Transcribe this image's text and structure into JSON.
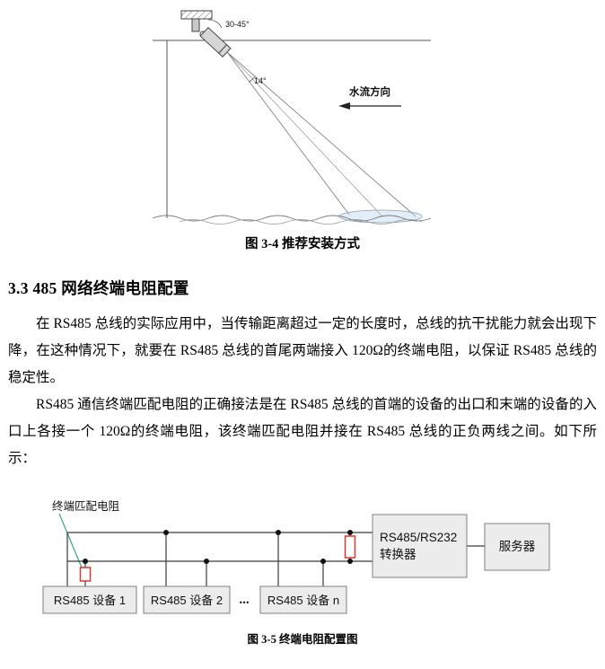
{
  "figure_installation": {
    "mount_angle_label": "30-45°",
    "beam_angle_label": "14°",
    "flow_direction_label": "水流方向",
    "caption": "图 3-4 推荐安装方式"
  },
  "section": {
    "heading": "3.3 485 网络终端电阻配置",
    "paragraph1": "在 RS485 总线的实际应用中，当传输距离超过一定的长度时，总线的抗干扰能力就会出现下降，在这种情况下，就要在 RS485 总线的首尾两端接入 120Ω的终端电阻，以保证 RS485 总线的稳定性。",
    "paragraph2": "RS485 通信终端匹配电阻的正确接法是在 RS485 总线的首端的设备的出口和末端的设备的入口上各接一个 120Ω的终端电阻，该终端匹配电阻并接在 RS485 总线的正负两线之间。如下所示："
  },
  "figure_circuit": {
    "resistor_pointer_label": "终端匹配电阻",
    "devices": [
      "RS485 设备 1",
      "RS485 设备 2",
      "RS485 设备 n"
    ],
    "ellipsis": "...",
    "converter_line1": "RS485/RS232",
    "converter_line2": "转换器",
    "server_label": "服务器",
    "caption": "图 3-5 终端电阻配置图",
    "colors": {
      "resistor_red": "#d63a2f",
      "pointer_green": "#3aa57a",
      "box_fill": "#ececec",
      "box_border": "#7f7f7f",
      "wire": "#3a3a3a"
    }
  }
}
